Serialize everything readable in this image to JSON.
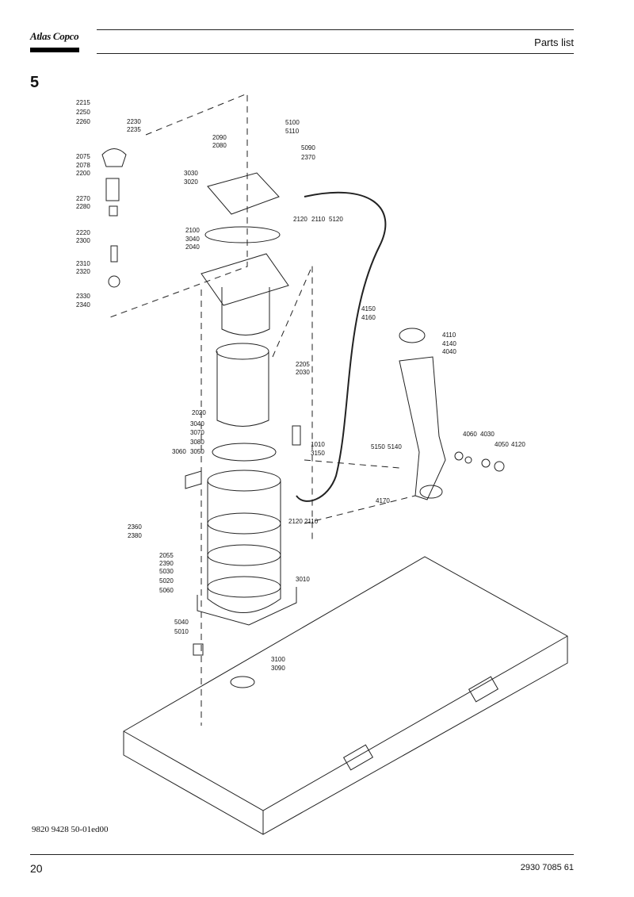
{
  "header": {
    "brand": "Atlas Copco",
    "title": "Parts list"
  },
  "section_number": "5",
  "drawing": {
    "drawing_id": "9820 9428 50-01ed00",
    "callouts": [
      "2215",
      "2250",
      "2260",
      "2230",
      "2235",
      "2075",
      "2078",
      "2200",
      "2270",
      "2280",
      "2220",
      "2300",
      "2310",
      "2320",
      "2330",
      "2340",
      "2090",
      "2080",
      "5100",
      "5110",
      "5090",
      "2370",
      "3030",
      "3020",
      "2120",
      "2110",
      "5120",
      "2100",
      "3040",
      "2040",
      "2205",
      "2030",
      "2020",
      "3040",
      "3070",
      "3080",
      "3060",
      "3050",
      "1010",
      "3150",
      "4150",
      "4160",
      "4110",
      "4140",
      "4040",
      "4060",
      "4030",
      "4050",
      "4120",
      "5150",
      "5140",
      "4170",
      "2120",
      "2110",
      "2360",
      "2380",
      "2055",
      "2390",
      "5030",
      "5020",
      "5060",
      "3010",
      "5040",
      "5010",
      "3100",
      "3090"
    ]
  },
  "footer": {
    "page_number": "20",
    "document_number": "2930 7085 61"
  }
}
